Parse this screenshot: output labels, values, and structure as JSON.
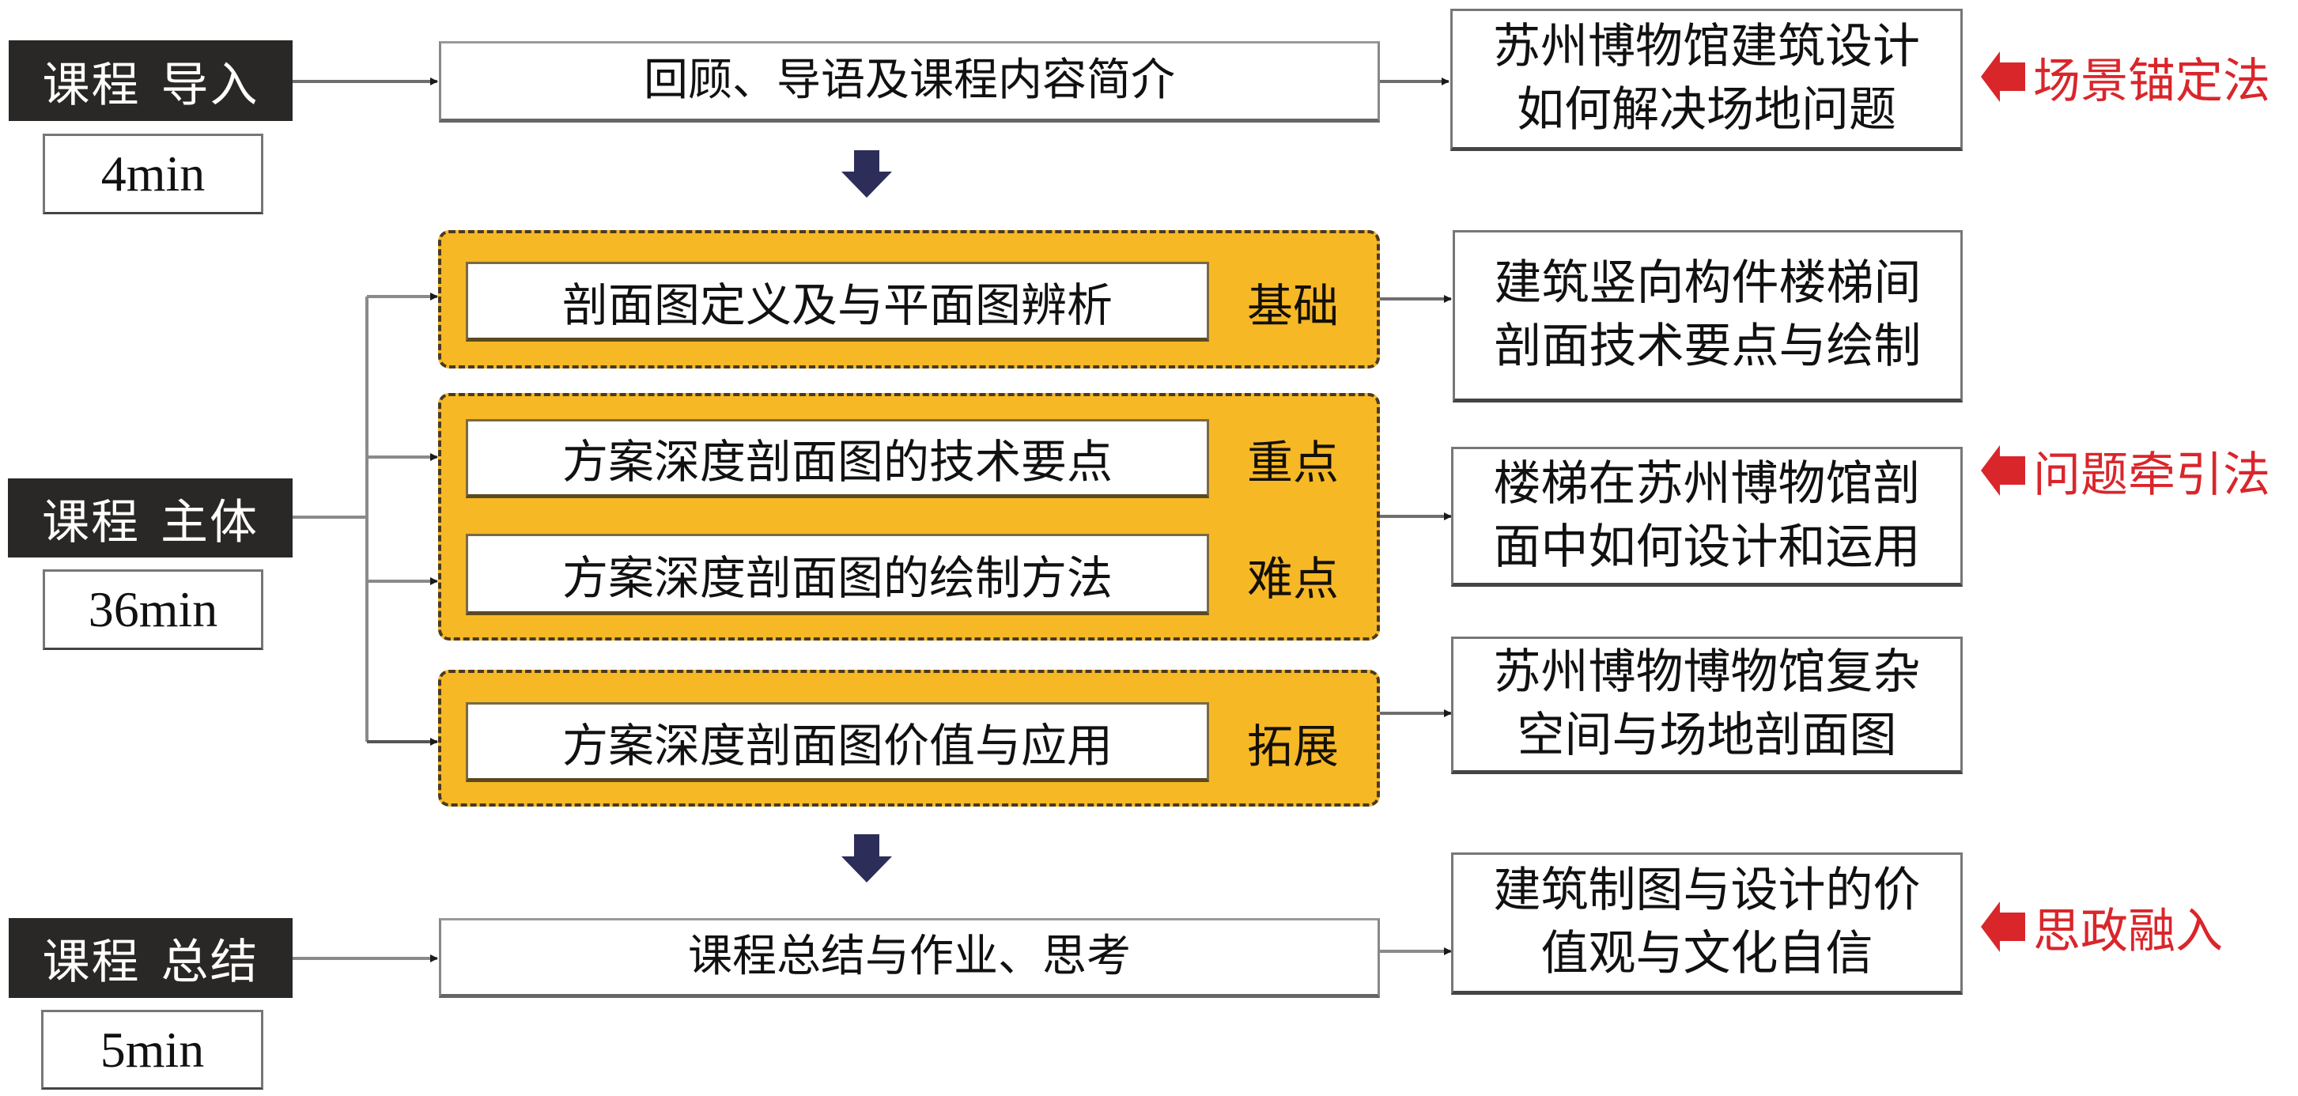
{
  "stages": [
    {
      "label_a": "课程",
      "label_b": "导入",
      "duration": "4min"
    },
    {
      "label_a": "课程",
      "label_b": "主体",
      "duration": "36min"
    },
    {
      "label_a": "课程",
      "label_b": "总结",
      "duration": "5min"
    }
  ],
  "intro": {
    "content": "回顾、导语及课程内容简介",
    "outcome": [
      "苏州博物馆建筑设计",
      "如何解决场地问题"
    ],
    "method": "场景锚定法"
  },
  "body": {
    "groups": [
      {
        "items": [
          {
            "content": "剖面图定义及与平面图辨析",
            "tag": "基础"
          }
        ],
        "outcome": [
          "建筑竖向构件楼梯间",
          "剖面技术要点与绘制"
        ]
      },
      {
        "items": [
          {
            "content": "方案深度剖面图的技术要点",
            "tag": "重点"
          },
          {
            "content": "方案深度剖面图的绘制方法",
            "tag": "难点"
          }
        ],
        "outcome": [
          "楼梯在苏州博物馆剖",
          "面中如何设计和运用"
        ],
        "method": "问题牵引法"
      },
      {
        "items": [
          {
            "content": "方案深度剖面图价值与应用",
            "tag": "拓展"
          }
        ],
        "outcome": [
          "苏州博物博物馆复杂",
          "空间与场地剖面图"
        ]
      }
    ]
  },
  "summary": {
    "content": "课程总结与作业、思考",
    "outcome": [
      "建筑制图与设计的价",
      "值观与文化自信"
    ],
    "method": "思政融入"
  },
  "colors": {
    "stage_bg": "#2a2826",
    "group_fill": "#f7b826",
    "method_red": "#d9262b",
    "flow_arrow": "#2d2d5a"
  }
}
